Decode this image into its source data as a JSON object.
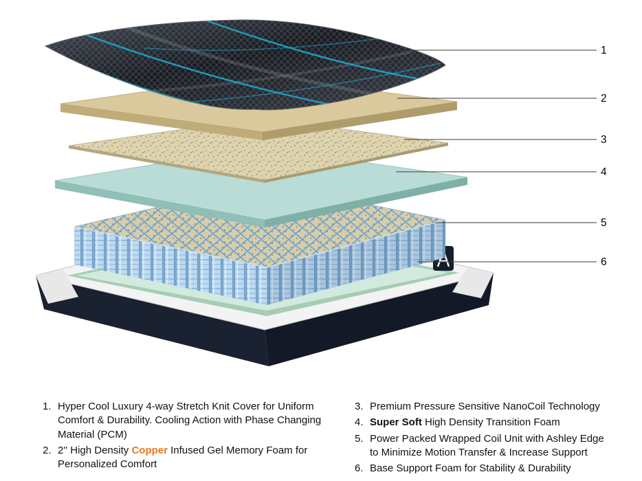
{
  "colors": {
    "copper_accent": "#E87A22",
    "teal_accent": "#1FA6C8",
    "callout_line": "#3a3a3a"
  },
  "callouts": [
    {
      "num": "1"
    },
    {
      "num": "2"
    },
    {
      "num": "3"
    },
    {
      "num": "4"
    },
    {
      "num": "5"
    },
    {
      "num": "6"
    }
  ],
  "layers": [
    {
      "num": "1",
      "name": "stretch-knit-cover"
    },
    {
      "num": "2",
      "name": "copper-gel-memory-foam"
    },
    {
      "num": "3",
      "name": "nanocoil-layer"
    },
    {
      "num": "4",
      "name": "transition-foam"
    },
    {
      "num": "5",
      "name": "wrapped-coil-unit"
    },
    {
      "num": "6",
      "name": "base-support-foam"
    }
  ],
  "legend": {
    "left": [
      {
        "num": "1.",
        "parts": [
          {
            "text": "Hyper Cool Luxury 4-way Stretch Knit Cover for Uniform Comfort & Durability. Cooling Action with Phase Changing Material (PCM)"
          }
        ]
      },
      {
        "num": "2.",
        "parts": [
          {
            "text": "2'' High Density "
          },
          {
            "text": "Copper",
            "style": "copper"
          },
          {
            "text": " Infused Gel Memory Foam for Personalized Comfort"
          }
        ]
      }
    ],
    "right": [
      {
        "num": "3.",
        "parts": [
          {
            "text": "Premium Pressure Sensitive NanoCoil Technology"
          }
        ]
      },
      {
        "num": "4.",
        "parts": [
          {
            "text": "Super Soft",
            "style": "bold"
          },
          {
            "text": " High Density Transition Foam"
          }
        ]
      },
      {
        "num": "5.",
        "parts": [
          {
            "text": "Power Packed Wrapped Coil Unit with Ashley Edge to Minimize Motion Transfer & Increase Support"
          }
        ]
      },
      {
        "num": "6.",
        "parts": [
          {
            "text": "Base Support Foam for Stability & Durability"
          }
        ]
      }
    ]
  }
}
